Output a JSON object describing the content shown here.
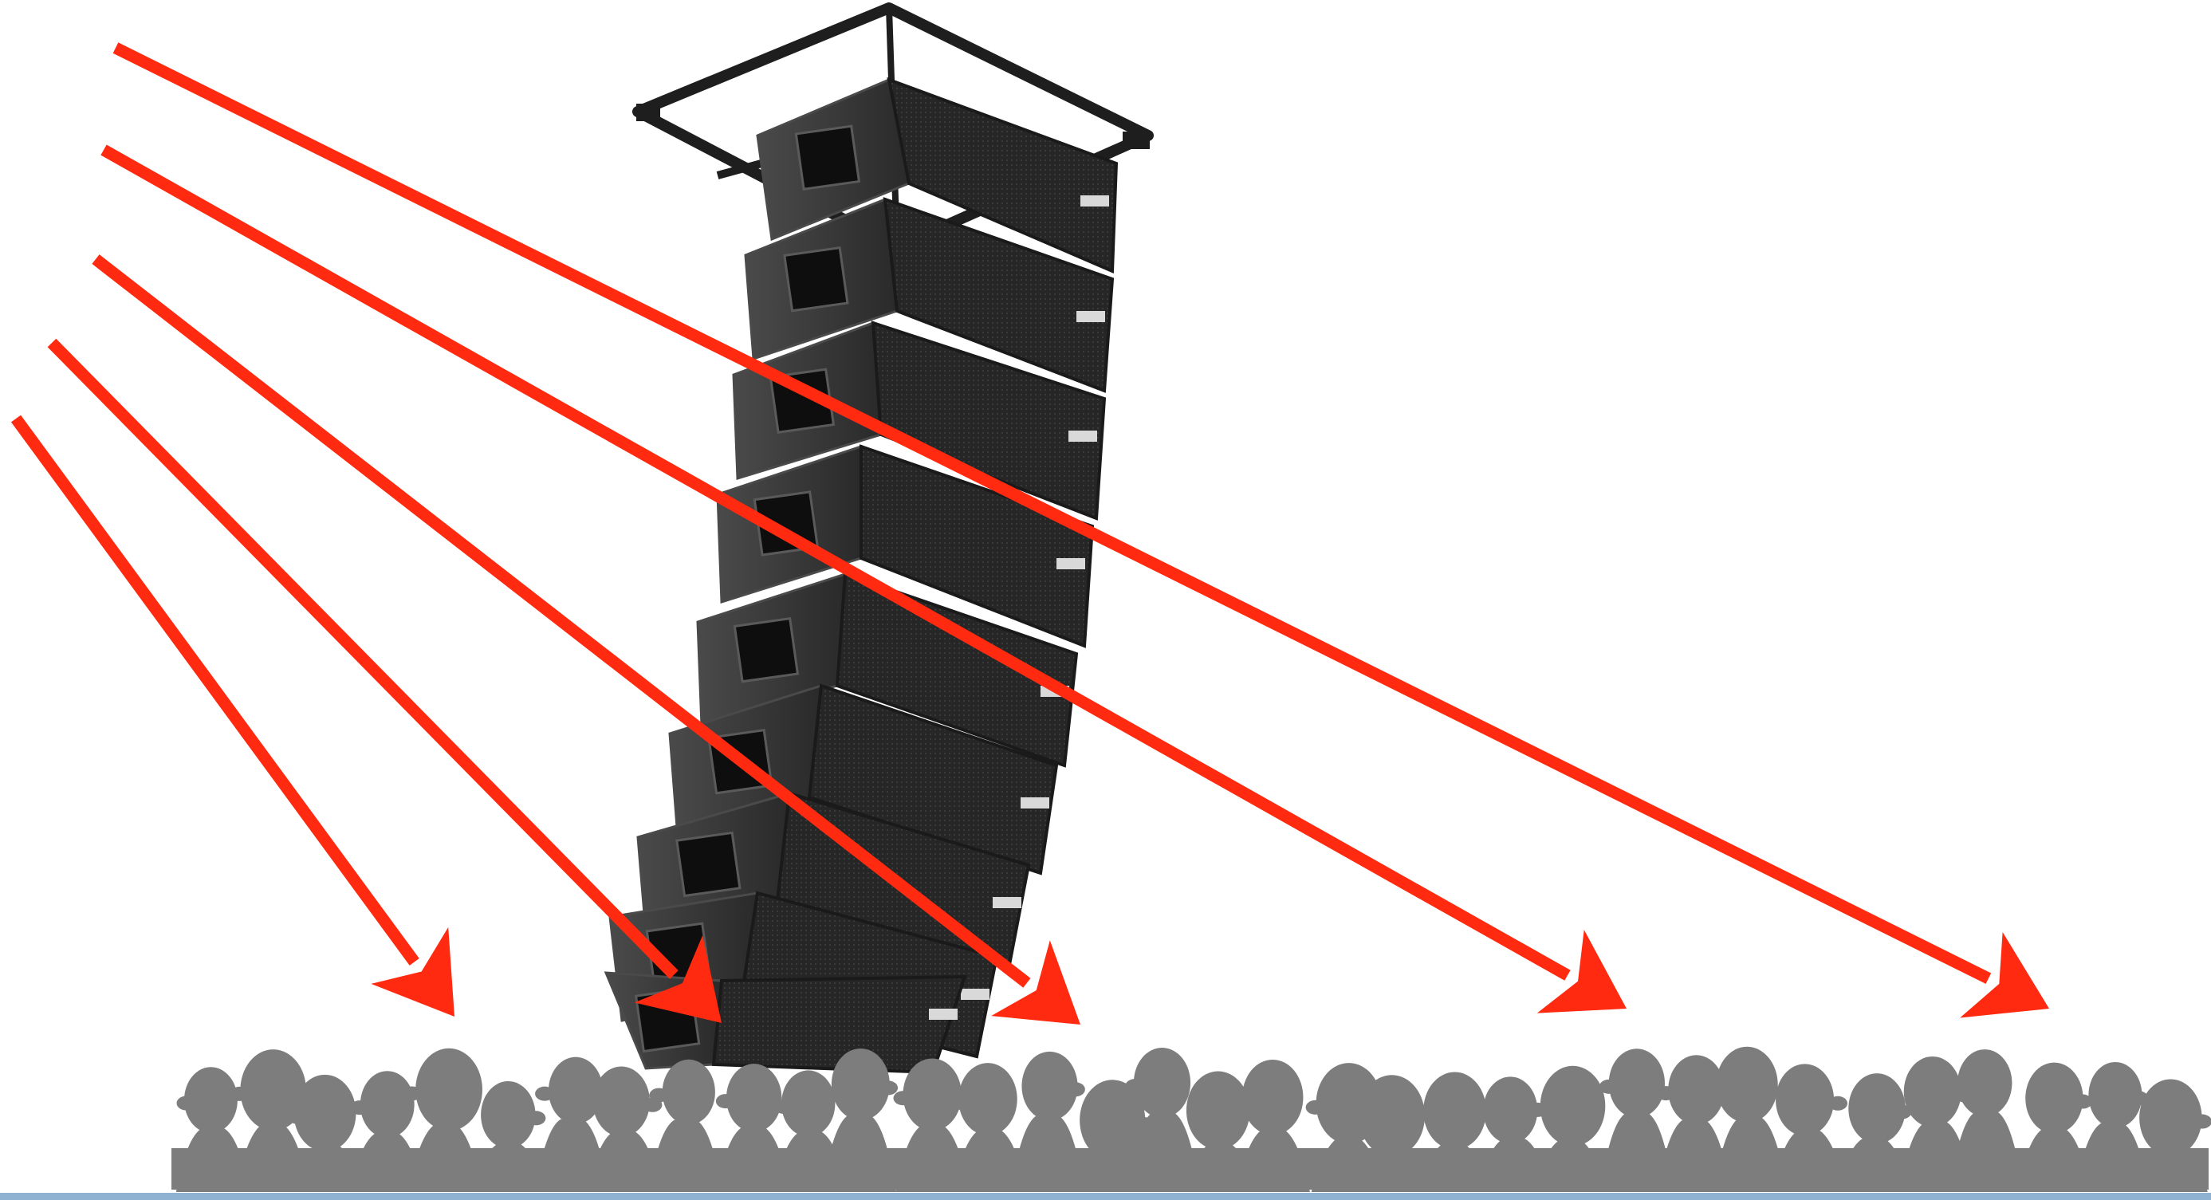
{
  "diagram": {
    "background": "#ffffff",
    "colors": {
      "arrow": "#ff2a10",
      "cabinet": "#2a2a2a",
      "cabinet_dark": "#1a1a1a",
      "cabinet_edge": "#4a4a4a",
      "rigging": "#1e1e1e",
      "audience": "#7d7d7d",
      "floor": "#8fb2d2"
    },
    "speaker_array": {
      "cabinet_count": 9,
      "description_icon": "line-array-speaker-icon"
    },
    "arrows": {
      "count": 5,
      "icon": "arrow-icon"
    },
    "audience": {
      "icon": "audience-silhouette-icon",
      "head_count": 34
    }
  }
}
